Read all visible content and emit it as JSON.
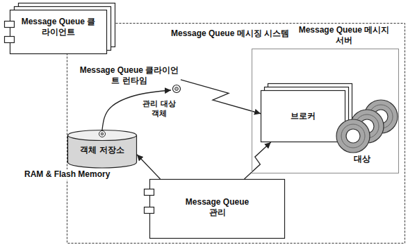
{
  "diagram": {
    "nodes": [
      {
        "text": [
          "Message Queue 클라이언트"
        ]
      },
      {
        "text": [
          "Message Queue 메시징 시스템"
        ]
      },
      {
        "text": [
          "Message Queue 클라이언트 런타임"
        ],
        "in": 1
      },
      {
        "text": [
          "Message Queue 메시지 서버"
        ],
        "in": 1
      },
      {
        "text": [
          "브로커"
        ],
        "in": 3
      },
      {
        "text": [
          "대상"
        ],
        "in": 3
      },
      {
        "text": [
          "객체 저장소",
          "RAM & Flash Memory"
        ],
        "in": 1
      },
      {
        "text": [
          "Message Queue 관리"
        ],
        "in": 1
      }
    ],
    "edges": [
      {
        "from": 2,
        "to": 4,
        "arrow": "to"
      },
      {
        "from": 6,
        "to": 2,
        "label": "관리 대상 객체",
        "arrow": "to"
      },
      {
        "from": 7,
        "to": 6,
        "arrow": "to"
      },
      {
        "from": 7,
        "to": 4,
        "arrow": "to"
      }
    ]
  }
}
